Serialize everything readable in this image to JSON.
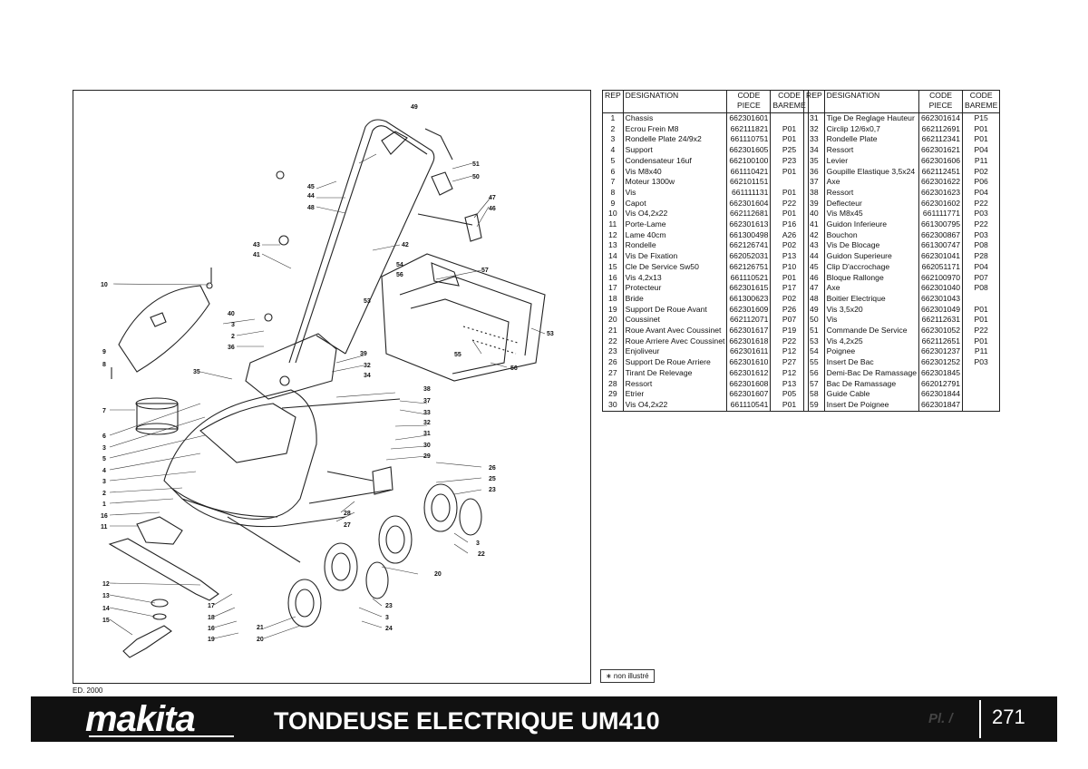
{
  "edition": "ED. 2000",
  "note": "∗ non illustré",
  "footer": {
    "brand": "makita",
    "title": "TONDEUSE ELECTRIQUE UM410",
    "plate": "Pl. /",
    "page_number": "271"
  },
  "table_headers": {
    "rep": "REP",
    "designation": "DESIGNATION",
    "code_piece": [
      "CODE",
      "PIECE"
    ],
    "code_bareme": [
      "CODE",
      "BAREME"
    ]
  },
  "parts_left": [
    {
      "rep": "1",
      "designation": "Chassis",
      "code": "662301601",
      "bareme": ""
    },
    {
      "rep": "2",
      "designation": "Ecrou Frein M8",
      "code": "662111821",
      "bareme": "P01"
    },
    {
      "rep": "3",
      "designation": "Rondelle Plate 24/9x2",
      "code": "661110751",
      "bareme": "P01"
    },
    {
      "rep": "4",
      "designation": "Support",
      "code": "662301605",
      "bareme": "P25"
    },
    {
      "rep": "5",
      "designation": "Condensateur 16uf",
      "code": "662100100",
      "bareme": "P23"
    },
    {
      "rep": "6",
      "designation": "Vis M8x40",
      "code": "661110421",
      "bareme": "P01"
    },
    {
      "rep": "7",
      "designation": "Moteur 1300w",
      "code": "662101151",
      "bareme": ""
    },
    {
      "rep": "8",
      "designation": "Vis",
      "code": "661111131",
      "bareme": "P01"
    },
    {
      "rep": "9",
      "designation": "Capot",
      "code": "662301604",
      "bareme": "P22"
    },
    {
      "rep": "10",
      "designation": "Vis O4,2x22",
      "code": "662112681",
      "bareme": "P01"
    },
    {
      "rep": "11",
      "designation": "Porte-Lame",
      "code": "662301613",
      "bareme": "P16"
    },
    {
      "rep": "12",
      "designation": "Lame 40cm",
      "code": "661300498",
      "bareme": "A26"
    },
    {
      "rep": "13",
      "designation": "Rondelle",
      "code": "662126741",
      "bareme": "P02"
    },
    {
      "rep": "14",
      "designation": "Vis De Fixation",
      "code": "662052031",
      "bareme": "P13"
    },
    {
      "rep": "15",
      "designation": "Cle De Service Sw50",
      "code": "662126751",
      "bareme": "P10"
    },
    {
      "rep": "16",
      "designation": "Vis 4,2x13",
      "code": "661110521",
      "bareme": "P01"
    },
    {
      "rep": "17",
      "designation": "Protecteur",
      "code": "662301615",
      "bareme": "P17"
    },
    {
      "rep": "18",
      "designation": "Bride",
      "code": "661300623",
      "bareme": "P02"
    },
    {
      "rep": "19",
      "designation": "Support De Roue Avant",
      "code": "662301609",
      "bareme": "P26"
    },
    {
      "rep": "20",
      "designation": "Coussinet",
      "code": "662112071",
      "bareme": "P07"
    },
    {
      "rep": "21",
      "designation": "Roue Avant Avec Coussinet",
      "code": "662301617",
      "bareme": "P19"
    },
    {
      "rep": "22",
      "designation": "Roue Arriere Avec Coussinet",
      "code": "662301618",
      "bareme": "P22"
    },
    {
      "rep": "23",
      "designation": "Enjoliveur",
      "code": "662301611",
      "bareme": "P12"
    },
    {
      "rep": "26",
      "designation": "Support De Roue Arriere",
      "code": "662301610",
      "bareme": "P27"
    },
    {
      "rep": "27",
      "designation": "Tirant De Relevage",
      "code": "662301612",
      "bareme": "P12"
    },
    {
      "rep": "28",
      "designation": "Ressort",
      "code": "662301608",
      "bareme": "P13"
    },
    {
      "rep": "29",
      "designation": "Etrier",
      "code": "662301607",
      "bareme": "P05"
    },
    {
      "rep": "30",
      "designation": "Vis O4,2x22",
      "code": "661110541",
      "bareme": "P01"
    }
  ],
  "parts_right": [
    {
      "rep": "31",
      "designation": "Tige De Reglage Hauteur",
      "code": "662301614",
      "bareme": "P15"
    },
    {
      "rep": "32",
      "designation": "Circlip 12/6x0,7",
      "code": "662112691",
      "bareme": "P01"
    },
    {
      "rep": "33",
      "designation": "Rondelle Plate",
      "code": "662112341",
      "bareme": "P01"
    },
    {
      "rep": "34",
      "designation": "Ressort",
      "code": "662301621",
      "bareme": "P04"
    },
    {
      "rep": "35",
      "designation": "Levier",
      "code": "662301606",
      "bareme": "P11"
    },
    {
      "rep": "36",
      "designation": "Goupille Elastique 3,5x24",
      "code": "662112451",
      "bareme": "P02"
    },
    {
      "rep": "37",
      "designation": "Axe",
      "code": "662301622",
      "bareme": "P06"
    },
    {
      "rep": "38",
      "designation": "Ressort",
      "code": "662301623",
      "bareme": "P04"
    },
    {
      "rep": "39",
      "designation": "Deflecteur",
      "code": "662301602",
      "bareme": "P22"
    },
    {
      "rep": "40",
      "designation": "Vis M8x45",
      "code": "661111771",
      "bareme": "P03"
    },
    {
      "rep": "41",
      "designation": "Guidon Inferieure",
      "code": "661300795",
      "bareme": "P22"
    },
    {
      "rep": "42",
      "designation": "Bouchon",
      "code": "662300867",
      "bareme": "P03"
    },
    {
      "rep": "43",
      "designation": "Vis De Blocage",
      "code": "661300747",
      "bareme": "P08"
    },
    {
      "rep": "44",
      "designation": "Guidon Superieure",
      "code": "662301041",
      "bareme": "P28"
    },
    {
      "rep": "45",
      "designation": "Clip D'accrochage",
      "code": "662051171",
      "bareme": "P04"
    },
    {
      "rep": "46",
      "designation": "Bloque Rallonge",
      "code": "662100970",
      "bareme": "P07"
    },
    {
      "rep": "47",
      "designation": "Axe",
      "code": "662301040",
      "bareme": "P08"
    },
    {
      "rep": "48",
      "designation": "Boitier Electrique",
      "code": "662301043",
      "bareme": ""
    },
    {
      "rep": "49",
      "designation": "Vis 3,5x20",
      "code": "662301049",
      "bareme": "P01"
    },
    {
      "rep": "50",
      "designation": "Vis",
      "code": "662112631",
      "bareme": "P01"
    },
    {
      "rep": "51",
      "designation": "Commande De Service",
      "code": "662301052",
      "bareme": "P22"
    },
    {
      "rep": "53",
      "designation": "Vis 4,2x25",
      "code": "662112651",
      "bareme": "P01"
    },
    {
      "rep": "54",
      "designation": "Poignee",
      "code": "662301237",
      "bareme": "P11"
    },
    {
      "rep": "55",
      "designation": "Insert De Bac",
      "code": "662301252",
      "bareme": "P03"
    },
    {
      "rep": "56",
      "designation": "Demi-Bac De Ramassage",
      "code": "662301845",
      "bareme": ""
    },
    {
      "rep": "57",
      "designation": "Bac De Ramassage",
      "code": "662012791",
      "bareme": ""
    },
    {
      "rep": "58",
      "designation": "Guide Cable",
      "code": "662301844",
      "bareme": ""
    },
    {
      "rep": "59",
      "designation": "Insert De Poignee",
      "code": "662301847",
      "bareme": ""
    }
  ],
  "diagram_labels": [
    {
      "id": "49",
      "t": "49"
    },
    {
      "id": "51",
      "t": "51"
    },
    {
      "id": "50",
      "t": "50"
    },
    {
      "id": "45",
      "t": "45"
    },
    {
      "id": "44",
      "t": "44"
    },
    {
      "id": "48",
      "t": "48"
    },
    {
      "id": "47",
      "t": "47"
    },
    {
      "id": "46",
      "t": "46"
    },
    {
      "id": "43",
      "t": "43"
    },
    {
      "id": "41",
      "t": "41"
    },
    {
      "id": "42",
      "t": "42"
    },
    {
      "id": "54",
      "t": "54"
    },
    {
      "id": "56a",
      "t": "56"
    },
    {
      "id": "57",
      "t": "57"
    },
    {
      "id": "10",
      "t": "10"
    },
    {
      "id": "53a",
      "t": "53"
    },
    {
      "id": "40",
      "t": "40"
    },
    {
      "id": "3a",
      "t": "3"
    },
    {
      "id": "2a",
      "t": "2"
    },
    {
      "id": "36",
      "t": "36"
    },
    {
      "id": "9",
      "t": "9"
    },
    {
      "id": "8",
      "t": "8"
    },
    {
      "id": "39",
      "t": "39"
    },
    {
      "id": "32a",
      "t": "32"
    },
    {
      "id": "34",
      "t": "34"
    },
    {
      "id": "35",
      "t": "35"
    },
    {
      "id": "55",
      "t": "55"
    },
    {
      "id": "53b",
      "t": "53"
    },
    {
      "id": "56b",
      "t": "56"
    },
    {
      "id": "7",
      "t": "7"
    },
    {
      "id": "38",
      "t": "38"
    },
    {
      "id": "37",
      "t": "37"
    },
    {
      "id": "33",
      "t": "33"
    },
    {
      "id": "32b",
      "t": "32"
    },
    {
      "id": "31",
      "t": "31"
    },
    {
      "id": "30",
      "t": "30"
    },
    {
      "id": "29",
      "t": "29"
    },
    {
      "id": "6",
      "t": "6"
    },
    {
      "id": "3b",
      "t": "3"
    },
    {
      "id": "5",
      "t": "5"
    },
    {
      "id": "4",
      "t": "4"
    },
    {
      "id": "3c",
      "t": "3"
    },
    {
      "id": "2b",
      "t": "2"
    },
    {
      "id": "1",
      "t": "1"
    },
    {
      "id": "26",
      "t": "26"
    },
    {
      "id": "25",
      "t": "25"
    },
    {
      "id": "23a",
      "t": "23"
    },
    {
      "id": "16",
      "t": "16"
    },
    {
      "id": "11",
      "t": "11"
    },
    {
      "id": "28",
      "t": "28"
    },
    {
      "id": "27",
      "t": "27"
    },
    {
      "id": "3d",
      "t": "3"
    },
    {
      "id": "22",
      "t": "22"
    },
    {
      "id": "20a",
      "t": "20"
    },
    {
      "id": "12",
      "t": "12"
    },
    {
      "id": "13",
      "t": "13"
    },
    {
      "id": "14",
      "t": "14"
    },
    {
      "id": "15",
      "t": "15"
    },
    {
      "id": "17",
      "t": "17"
    },
    {
      "id": "18",
      "t": "18"
    },
    {
      "id": "16b",
      "t": "16"
    },
    {
      "id": "19",
      "t": "19"
    },
    {
      "id": "21",
      "t": "21"
    },
    {
      "id": "20b",
      "t": "20"
    },
    {
      "id": "23b",
      "t": "23"
    },
    {
      "id": "3e",
      "t": "3"
    },
    {
      "id": "24",
      "t": "24"
    }
  ]
}
